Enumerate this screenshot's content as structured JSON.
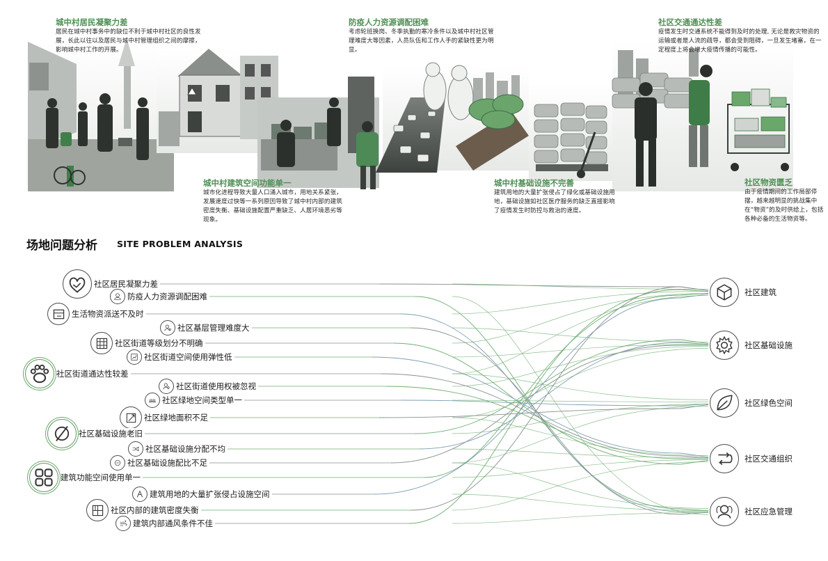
{
  "photo_annotations": [
    {
      "title": "城中村居民凝聚力差",
      "body": "居民在城中村事务中的缺位不利于城中村社区的良性发展，长此以往以及居民与城中村管理组织之间的摩擦，影响城中村工作的开展。"
    },
    {
      "title": "防疫人力资源调配困难",
      "body": "考虑轮班换岗、冬季执勤的寒冷条件以及城中村社区管理难度大等因素，人员队伍和工作人手的紧缺性更为明显。"
    },
    {
      "title": "社区交通通达性差",
      "body": "疫情发生时交通系统不能得到及时的处理, 无论是救灾物资的运输或者是人流的疏导，都会受到阻碍，一旦发生堵塞，在一定程度上将会增大疫情传播的可能性。"
    },
    {
      "title": "城中村建筑空间功能单一",
      "body": "城市化进程导致大量人口涌入城市，用地关系紧张，发展速度过快等一系列原因导致了城中村内部的建筑密度失衡、基础设施配置严重缺乏、人居环境恶劣等现象。"
    },
    {
      "title": "城中村基础设施不完善",
      "body": "建筑用地的大量扩张侵占了绿化或基础设施用地，基础设施如社区医疗服务的缺乏直接影响了疫情发生时防控与救治的速度。"
    },
    {
      "title": "社区物资匮乏",
      "body": "由于疫情期间的工作局部停摆，越来越明显的挑战集中在“物资”的及时供给上，包括各种必备的生活物资等。"
    }
  ],
  "section": {
    "title": "场地问题分析",
    "subtitle": "SITE PROBLEM ANALYSIS"
  },
  "problems": [
    {
      "label": "社区居民凝聚力差",
      "icon": "handshake-heart-icon",
      "size": "large",
      "target": 0
    },
    {
      "label": "防疫人力资源调配困难",
      "icon": "health-worker-icon",
      "size": "small",
      "target": 4
    },
    {
      "label": "生活物资派送不及时",
      "icon": "delivery-box-icon",
      "size": "medium",
      "target": 4
    },
    {
      "label": "社区基层管理难度大",
      "icon": "manager-gear-icon",
      "size": "small",
      "target": 4
    },
    {
      "label": "社区街道等级划分不明确",
      "icon": "grid-icon",
      "size": "medium",
      "target": 3
    },
    {
      "label": "社区街道空间使用弹性低",
      "icon": "street-chart-icon",
      "size": "small",
      "target": 3
    },
    {
      "label": "社区街道通达性较差",
      "icon": "paw-icon",
      "size": "large",
      "target": 3
    },
    {
      "label": "社区街道使用权被忽视",
      "icon": "person-key-icon",
      "size": "small",
      "target": 3
    },
    {
      "label": "社区绿地空间类型单一",
      "icon": "lawn-icon",
      "size": "small",
      "target": 2
    },
    {
      "label": "社区绿地面积不足",
      "icon": "plant-frame-icon",
      "size": "medium",
      "target": 2
    },
    {
      "label": "社区基础设施老旧",
      "icon": "empty-set-icon",
      "size": "large",
      "target": 1
    },
    {
      "label": "社区基础设施分配不均",
      "icon": "shuffle-icon",
      "size": "small",
      "target": 1
    },
    {
      "label": "社区基础设施配比不足",
      "icon": "minus-circle-icon",
      "size": "small",
      "target": 1
    },
    {
      "label": "建筑功能空间使用单一",
      "icon": "four-squares-icon",
      "size": "large",
      "target": 0
    },
    {
      "label": "建筑用地的大量扩张侵占设施空间",
      "icon": "building-icon",
      "size": "small",
      "target": 0
    },
    {
      "label": "社区内部的建筑密度失衡",
      "icon": "layout-icon",
      "size": "medium",
      "target": 0
    },
    {
      "label": "建筑内部通风条件不佳",
      "icon": "wind-icon",
      "size": "small",
      "target": 0
    }
  ],
  "categories": [
    {
      "label": "社区建筑",
      "icon": "cube-icon"
    },
    {
      "label": "社区基础设施",
      "icon": "gear-icon"
    },
    {
      "label": "社区绿色空间",
      "icon": "leaf-icon"
    },
    {
      "label": "社区交通组织",
      "icon": "route-arrows-icon"
    },
    {
      "label": "社区应急管理",
      "icon": "people-icon"
    }
  ],
  "colors": {
    "accent_green": "#4f8f55",
    "line_green": "#6fae72",
    "line_grey": "#8a8f8f",
    "line_blue": "#7f9fb4",
    "ink": "#1e1e1e"
  }
}
